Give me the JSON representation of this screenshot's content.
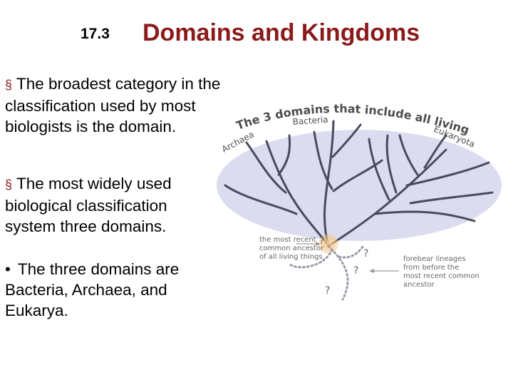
{
  "header": {
    "section_number": "17.3",
    "title": "Domains and Kingdoms"
  },
  "bullets": [
    {
      "marker": "§",
      "text": "The broadest category in the classification used by most biologists is the domain."
    },
    {
      "marker": "§",
      "text": "The most widely used biological classification system three domains."
    },
    {
      "marker": "•",
      "text": "The three domains are Bacteria, Archaea, and Eukarya."
    }
  ],
  "figure": {
    "arc_title": "The 3 domains that include all living things",
    "domains": [
      "Bacteria",
      "Archaea",
      "Eukaryota"
    ],
    "ancestor_label": [
      "the most recent",
      "common ancestor",
      "of all living things"
    ],
    "forebear_label": [
      "forebear lineages",
      "from before the",
      "most recent common",
      "ancestor"
    ],
    "unknown_marks": [
      "?",
      "?",
      "?",
      "?"
    ],
    "colors": {
      "domain_fill": "#dcdcf0",
      "branch": "#4a4a5e",
      "ancestor": "#f5c98a",
      "title": "#8b1a1a"
    }
  }
}
